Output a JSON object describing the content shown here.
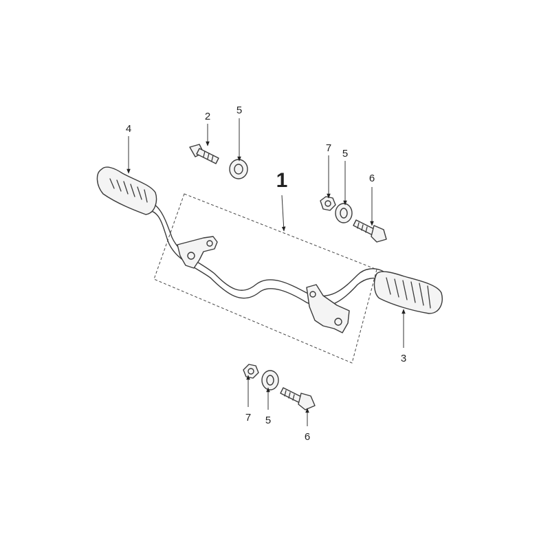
{
  "callouts": {
    "main": "1",
    "left_footrest": "4",
    "top_bolt": "2",
    "top_washer": "5",
    "right_nut": "7",
    "right_washer": "5",
    "right_bolt": "6",
    "right_footrest": "3",
    "bottom_nut": "7",
    "bottom_washer": "5",
    "bottom_bolt": "6"
  }
}
